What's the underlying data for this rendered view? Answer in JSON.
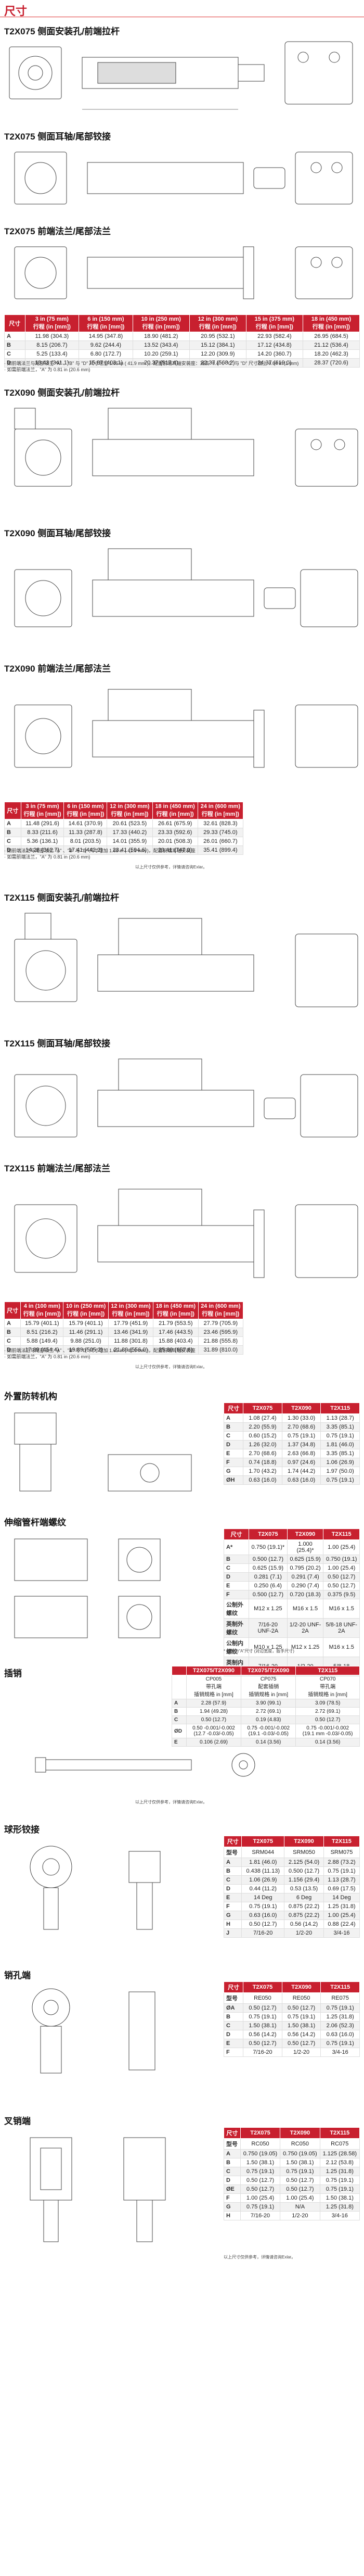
{
  "page_title": "尺寸",
  "sections": {
    "t2x075_side": "T2X075 侧面安装孔/前端拉杆",
    "t2x075_ear": "T2X075 侧面耳轴/尾部铰接",
    "t2x075_flange": "T2X075 前端法兰/尾部法兰",
    "t2x090_side": "T2X090 侧面安装孔/前端拉杆",
    "t2x090_ear": "T2X090 侧面耳轴/尾部铰接",
    "t2x090_flange": "T2X090 前端法兰/尾部法兰",
    "t2x115_side": "T2X115 侧面安装孔/前端拉杆",
    "t2x115_ear": "T2X115 侧面耳轴/尾部铰接",
    "t2x115_flange": "T2X115 前端法兰/尾部法兰",
    "anti_rotation": "外置防转机构",
    "rod_end_thread": "伸缩管杆端螺纹",
    "clevis": "插销",
    "spherical": "球形铰接",
    "rod_eye": "销孔端",
    "fork": "叉销端"
  },
  "table_075": {
    "headers": [
      "尺寸",
      "3 in (75 mm)\n行程 (in [mm])",
      "6 in (150 mm)\n行程 (in [mm])",
      "10 in (250 mm)\n行程 (in [mm])",
      "12 in (300 mm)\n行程 (in [mm])",
      "15 in (375 mm)\n行程 (in [mm])",
      "18 in (450 mm)\n行程 (in [mm])"
    ],
    "rows": [
      [
        "A",
        "11.98 (304.3)",
        "14.95 (347.8)",
        "18.90 (481.2)",
        "20.95 (532.1)",
        "22.93 (582.4)",
        "26.95 (684.5)"
      ],
      [
        "B",
        "8.15 (206.7)",
        "9.62 (244.4)",
        "13.52 (343.4)",
        "15.12 (384.1)",
        "17.12 (434.8)",
        "21.12 (536.4)"
      ],
      [
        "C",
        "5.25 (133.4)",
        "6.80 (172.7)",
        "10.20 (259.1)",
        "12.20 (309.9)",
        "14.20 (360.7)",
        "18.20 (462.3)"
      ],
      [
        "D",
        "13.43 (341.1)",
        "15.87 (403.1)",
        "20.37 (517.4)",
        "22.37 (568.2)",
        "24.37 (619.0)",
        "28.37 (720.6)"
      ]
    ],
    "note1": "· 如前端法兰与尾部法兰 \"A\" 、\"B\" 与 \"D\" 尺寸增加 1.65 in ( 41.9 mm )，配置前端耳轴安装座：减去 \"0.4\" 、\"C\" 与 \"D\" 尺寸加上 0.04 in (1 mm)",
    "note2": "· 如需前端法兰，\"A\" 为 0.81 in (20.6 mm)"
  },
  "table_090": {
    "headers": [
      "尺寸",
      "3 in (75 mm)\n行程 (in [mm])",
      "6 in (150 mm)\n行程 (in [mm])",
      "12 in (300 mm)\n行程 (in [mm])",
      "18 in (450 mm)\n行程 (in [mm])",
      "24 in (600 mm)\n行程 (in [mm])"
    ],
    "rows": [
      [
        "A",
        "11.48 (291.6)",
        "14.61 (370.9)",
        "20.61 (523.5)",
        "26.61 (675.9)",
        "32.61 (828.3)"
      ],
      [
        "B",
        "8.33 (211.6)",
        "11.33 (287.8)",
        "17.33 (440.2)",
        "23.33 (592.6)",
        "29.33 (745.0)"
      ],
      [
        "C",
        "5.36 (136.1)",
        "8.01 (203.5)",
        "14.01 (355.9)",
        "20.01 (508.3)",
        "26.01 (660.7)"
      ],
      [
        "D",
        "14.28 (362.7)",
        "17.41 (442.2)",
        "23.41 (594.6)",
        "29.41 (747.0)",
        "35.41 (899.4)"
      ]
    ],
    "note1": "· 如前端法兰与尾部法兰 \"A\" 、\"B\" 与 \"D\" 尺寸增加 1.65 in ( 41.9 mm )，配置前端耳轴安装座",
    "note2": "· 如需前端法兰，\"A\" 为 0.81 in (20.6 mm)"
  },
  "table_115": {
    "headers": [
      "尺寸",
      "4 in (100 mm)\n行程 (in [mm])",
      "10 in (250 mm)\n行程 (in [mm])",
      "12 in (300 mm)\n行程 (in [mm])",
      "18 in (450 mm)\n行程 (in [mm])",
      "24 in (600 mm)\n行程 (in [mm])"
    ],
    "rows": [
      [
        "A",
        "15.79 (401.1)",
        "15.79 (401.1)",
        "17.79 (451.9)",
        "21.79 (553.5)",
        "27.79 (705.9)"
      ],
      [
        "B",
        "8.51 (216.2)",
        "11.46 (291.1)",
        "13.46 (341.9)",
        "17.46 (443.5)",
        "23.46 (595.9)"
      ],
      [
        "C",
        "5.88 (149.4)",
        "9.88 (251.0)",
        "11.88 (301.8)",
        "15.88 (403.4)",
        "21.88 (555.8)"
      ],
      [
        "D",
        "17.89 (454.4)",
        "19.89 (505.2)",
        "21.89 (556.0)",
        "25.89 (657.6)",
        "31.89 (810.0)"
      ]
    ],
    "note1": "· 如前端法兰与尾部法兰 \"A\" 、\"B\" 与 \"D\" 尺寸增加 1.65 in ( 41.9 mm )，配置前端耳轴安装座",
    "note2": "· 如需前端法兰，\"A\" 为 0.81 in (20.6 mm)"
  },
  "units_note": "以上尺寸仅供参考，详情请咨询Exlar。",
  "anti_rot_table": {
    "headers": [
      "尺寸",
      "T2X075",
      "T2X090",
      "T2X115"
    ],
    "rows": [
      [
        "A",
        "1.08 (27.4)",
        "1.30 (33.0)",
        "1.13 (28.7)"
      ],
      [
        "B",
        "2.20 (55.9)",
        "2.70 (68.6)",
        "3.35 (85.1)"
      ],
      [
        "C",
        "0.60 (15.2)",
        "0.75 (19.1)",
        "0.75 (19.1)"
      ],
      [
        "D",
        "1.26 (32.0)",
        "1.37 (34.8)",
        "1.81 (46.0)"
      ],
      [
        "E",
        "2.70 (68.6)",
        "2.63 (66.8)",
        "3.35 (85.1)"
      ],
      [
        "F",
        "0.74 (18.8)",
        "0.97 (24.6)",
        "1.06 (26.9)"
      ],
      [
        "G",
        "1.70 (43.2)",
        "1.74 (44.2)",
        "1.97 (50.0)"
      ],
      [
        "ØH",
        "0.63 (16.0)",
        "0.63 (16.0)",
        "0.75 (19.1)"
      ]
    ]
  },
  "rod_table": {
    "headers": [
      "尺寸",
      "T2X075",
      "T2X090",
      "T2X115"
    ],
    "rows": [
      [
        "A*",
        "0.750 (19.1)*",
        "1.000 (25.4)*",
        "1.00 (25.4)"
      ],
      [
        "B",
        "0.500 (12.7)",
        "0.625 (15.9)",
        "0.750 (19.1)"
      ],
      [
        "C",
        "0.625 (15.9)",
        "0.795 (20.2)",
        "1.00 (25.4)"
      ],
      [
        "D",
        "0.281 (7.1)",
        "0.291 (7.4)",
        "0.50 (12.7)"
      ],
      [
        "E",
        "0.250 (6.4)",
        "0.290 (7.4)",
        "0.50 (12.7)"
      ],
      [
        "F",
        "0.500 (12.7)",
        "0.720 (18.3)",
        "0.375 (9.5)"
      ],
      [
        "公制外螺纹",
        "M12 x 1.25",
        "M16 x 1.5",
        "M16 x 1.5"
      ],
      [
        "英制外螺纹",
        "7/16-20 UNF-2A",
        "1/2-20 UNF-2A",
        "5/8-18 UNF-2A"
      ],
      [
        "公制内螺纹",
        "M10 x 1.25",
        "M12 x 1.25",
        "M16 x 1.5"
      ],
      [
        "英制内螺纹",
        "7/16-20",
        "1/2-20",
        "5/8-18"
      ]
    ],
    "note": "* 公制为\"A\"尺寸 (对边宽度，扳手尺寸)"
  },
  "clevis_table": {
    "headers": [
      "",
      "T2X075/T2X090",
      "T2X075/T2X090",
      "T2X115"
    ],
    "rows": [
      [
        "",
        "CP005\n带孔端\n插销规格 in [mm]",
        "CP075\n配套插销\n插销规格 in [mm]",
        "CP070\n带孔端\n插销规格 in [mm]"
      ],
      [
        "A",
        "2.28 (57.9)",
        "3.90 (99.1)",
        "3.09 (78.5)"
      ],
      [
        "B",
        "1.94 (49.28)",
        "2.72 (69.1)",
        "2.72 (69.1)"
      ],
      [
        "C",
        "0.50 (12.7)",
        "0.19 (4.83)",
        "0.50 (12.7)"
      ],
      [
        "ØD",
        "0.50 -0.001/-0.002\n(12.7 -0.03/-0.05)",
        "0.75 -0.001/-0.002\n(19.1 -0.03/-0.05)",
        "0.75 -0.001/-0.002\n(19.1 mm -0.03/-0.05)"
      ],
      [
        "E",
        "0.106 (2.69)",
        "0.14 (3.56)",
        "0.14 (3.56)"
      ]
    ]
  },
  "sph_table": {
    "headers": [
      "尺寸",
      "T2X075",
      "T2X090",
      "T2X115"
    ],
    "rows": [
      [
        "型号",
        "SRM044",
        "SRM050",
        "SRM075"
      ],
      [
        "A",
        "1.81 (46.0)",
        "2.125 (54.0)",
        "2.88 (73.2)"
      ],
      [
        "B",
        "0.438 (11.13)",
        "0.500 (12.7)",
        "0.75 (19.1)"
      ],
      [
        "C",
        "1.06 (26.9)",
        "1.156 (29.4)",
        "1.13 (28.7)"
      ],
      [
        "D",
        "0.44 (11.2)",
        "0.53 (13.5)",
        "0.69 (17.5)"
      ],
      [
        "E",
        "14 Deg",
        "6 Deg",
        "14 Deg"
      ],
      [
        "F",
        "0.75 (19.1)",
        "0.875 (22.2)",
        "1.25 (31.8)"
      ],
      [
        "G",
        "0.63 (16.0)",
        "0.875 (22.2)",
        "1.00 (25.4)"
      ],
      [
        "H",
        "0.50 (12.7)",
        "0.56 (14.2)",
        "0.88 (22.4)"
      ],
      [
        "J",
        "7/16-20",
        "1/2-20",
        "3/4-16"
      ]
    ]
  },
  "eye_table": {
    "headers": [
      "尺寸",
      "T2X075",
      "T2X090",
      "T2X115"
    ],
    "rows": [
      [
        "型号",
        "RE050",
        "RE050",
        "RE075"
      ],
      [
        "ØA",
        "0.50 (12.7)",
        "0.50 (12.7)",
        "0.75 (19.1)"
      ],
      [
        "B",
        "0.75 (19.1)",
        "0.75 (19.1)",
        "1.25 (31.8)"
      ],
      [
        "C",
        "1.50 (38.1)",
        "1.50 (38.1)",
        "2.06 (52.3)"
      ],
      [
        "D",
        "0.56 (14.2)",
        "0.56 (14.2)",
        "0.63 (16.0)"
      ],
      [
        "E",
        "0.50 (12.7)",
        "0.50 (12.7)",
        "0.75 (19.1)"
      ],
      [
        "F",
        "7/16-20",
        "1/2-20",
        "3/4-16"
      ]
    ]
  },
  "fork_table": {
    "headers": [
      "尺寸",
      "T2X075",
      "T2X090",
      "T2X115"
    ],
    "rows": [
      [
        "型号",
        "RC050",
        "RC050",
        "RC075"
      ],
      [
        "A",
        "0.750 (19.05)",
        "0.750 (19.05)",
        "1.125 (28.58)"
      ],
      [
        "B",
        "1.50 (38.1)",
        "1.50 (38.1)",
        "2.12 (53.8)"
      ],
      [
        "C",
        "0.75 (19.1)",
        "0.75 (19.1)",
        "1.25 (31.8)"
      ],
      [
        "D",
        "0.50 (12.7)",
        "0.50 (12.7)",
        "0.75 (19.1)"
      ],
      [
        "ØE",
        "0.50 (12.7)",
        "0.50 (12.7)",
        "0.75 (19.1)"
      ],
      [
        "F",
        "1.00 (25.4)",
        "1.00 (25.4)",
        "1.50 (38.1)"
      ],
      [
        "G",
        "0.75 (19.1)",
        "N/A",
        "1.25 (31.8)"
      ],
      [
        "H",
        "7/16-20",
        "1/2-20",
        "3/4-16"
      ]
    ]
  },
  "accent": "#c8202f"
}
